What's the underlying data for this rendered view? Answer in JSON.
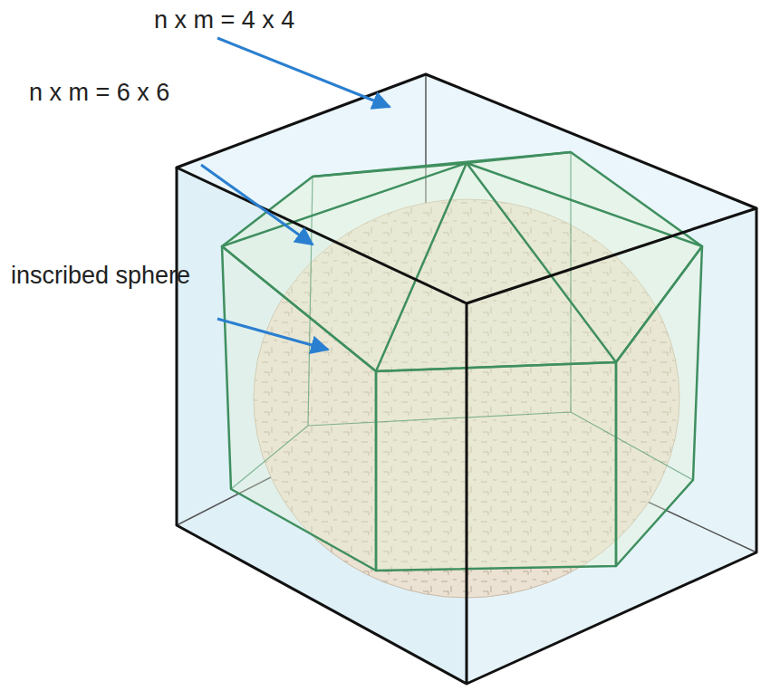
{
  "diagram": {
    "labels": [
      "n x m = 4 x 4",
      "n x m = 6 x 6",
      "inscribed sphere"
    ]
  }
}
